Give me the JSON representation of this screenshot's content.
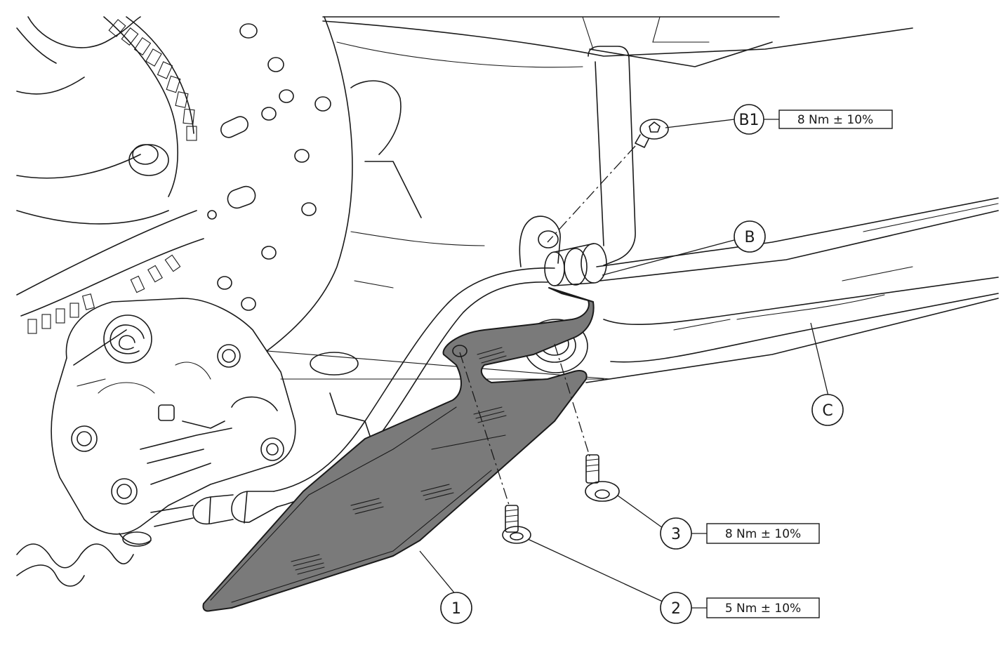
{
  "callouts": {
    "b1": "B1",
    "b": "B",
    "c": "C",
    "one": "1",
    "two": "2",
    "three": "3"
  },
  "torque": {
    "b1": "8 Nm ± 10%",
    "three": "8 Nm ± 10%",
    "two": "5 Nm ± 10%"
  },
  "colors": {
    "line": "#1a1a1a",
    "guard_fill": "#7a7a7a",
    "background": "#ffffff"
  }
}
